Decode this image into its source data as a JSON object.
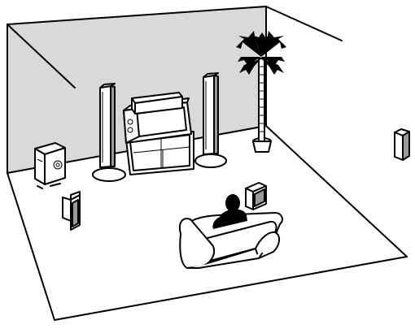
{
  "colors": {
    "back_wall": "#d9d9d9",
    "speaker_grille": "#9a9a9a",
    "outline": "#000000",
    "background": "#ffffff"
  },
  "scene": {
    "type": "home-theater-speaker-placement-illustration",
    "components": [
      "room-walls",
      "television",
      "front-left-speaker",
      "front-right-speaker",
      "center-speaker",
      "subwoofer",
      "surround-left-speaker",
      "surround-right-speaker",
      "surround-back-speaker",
      "sofa",
      "listener",
      "palm-plant"
    ]
  }
}
